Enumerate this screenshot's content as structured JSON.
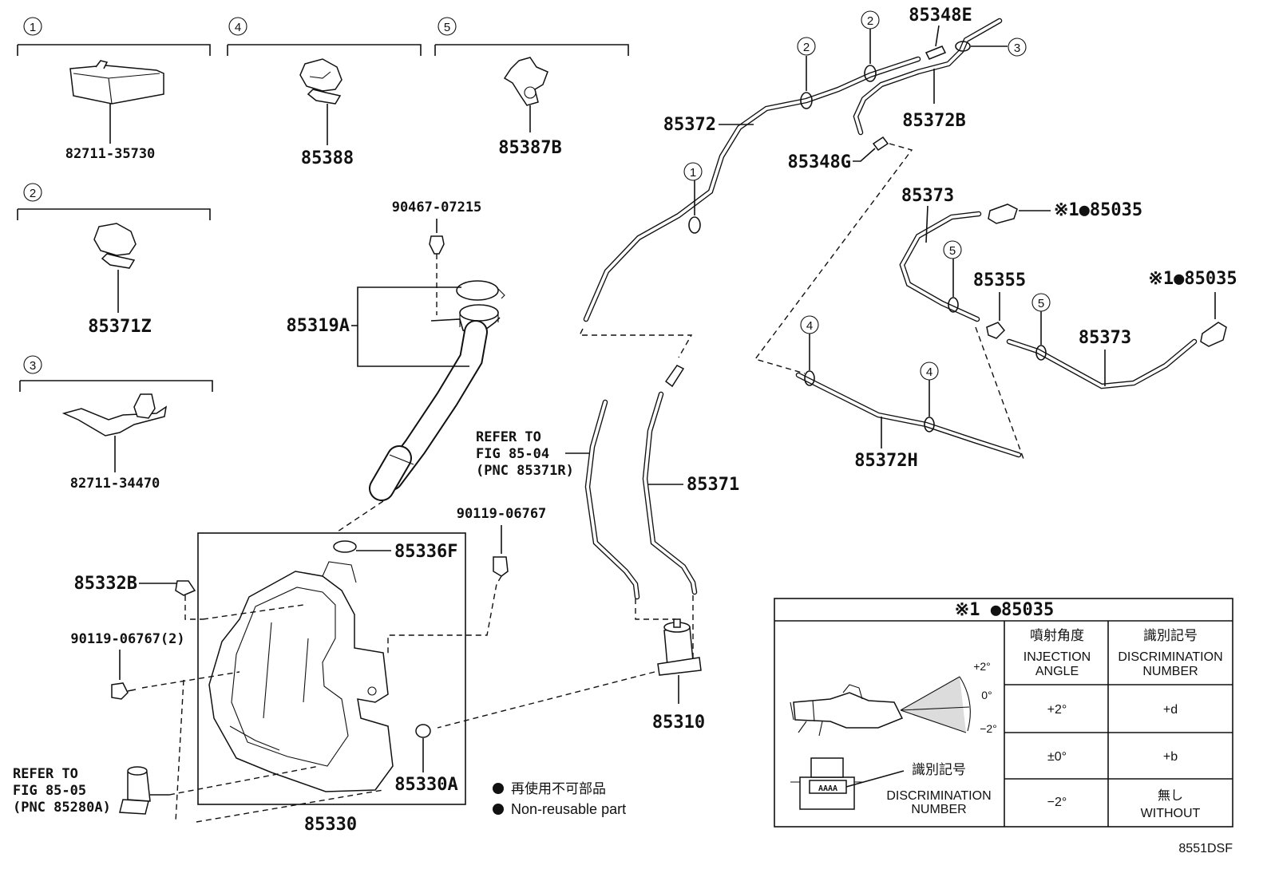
{
  "circled_refs": [
    "1",
    "2",
    "3",
    "4",
    "5"
  ],
  "parts": {
    "p82711_35730": "82711-35730",
    "p85388": "85388",
    "p85387B": "85387B",
    "p85371Z": "85371Z",
    "p82711_34470": "82711-34470",
    "p90467_07215": "90467-07215",
    "p85319A": "85319A",
    "p85336F": "85336F",
    "p85332B": "85332B",
    "p90119_06767": "90119-06767",
    "p90119_06767_2": "90119-06767(2)",
    "p85330A": "85330A",
    "p85330": "85330",
    "p85372": "85372",
    "p85348E": "85348E",
    "p85372B": "85372B",
    "p85348G": "85348G",
    "p85373_a": "85373",
    "p85373_b": "85373",
    "p85035_a": "※1●85035",
    "p85035_b": "※1●85035",
    "p85355": "85355",
    "p85372H": "85372H",
    "p85371": "85371",
    "p85310": "85310"
  },
  "refer_fig_85_04": {
    "line1": "REFER TO",
    "line2": "FIG 85-04",
    "line3": "(PNC 85371R)"
  },
  "refer_fig_85_05": {
    "line1": "REFER TO",
    "line2": "FIG 85-05",
    "line3": "(PNC 85280A)"
  },
  "legend": {
    "marker": "●",
    "jp": "再使用不可部品",
    "en": "Non-reusable part"
  },
  "table": {
    "title": "※1 ●85035",
    "col1_jp": "噴射角度",
    "col1_en_1": "INJECTION",
    "col1_en_2": "ANGLE",
    "col2_jp": "識別記号",
    "col2_en_1": "DISCRIMINATION",
    "col2_en_2": "NUMBER",
    "rows": [
      {
        "angle": "+2°",
        "mark": "+d"
      },
      {
        "angle": "±0°",
        "mark": "+b"
      },
      {
        "angle": "−2°",
        "mark": "無し",
        "mark_en": "WITHOUT"
      }
    ],
    "angle_labels": [
      "+2°",
      "0°",
      "−2°"
    ],
    "callout_jp": "識別記号",
    "callout_en_1": "DISCRIMINATION",
    "callout_en_2": "NUMBER",
    "stamp": "AAAA"
  },
  "figure_code": "8551DSF"
}
